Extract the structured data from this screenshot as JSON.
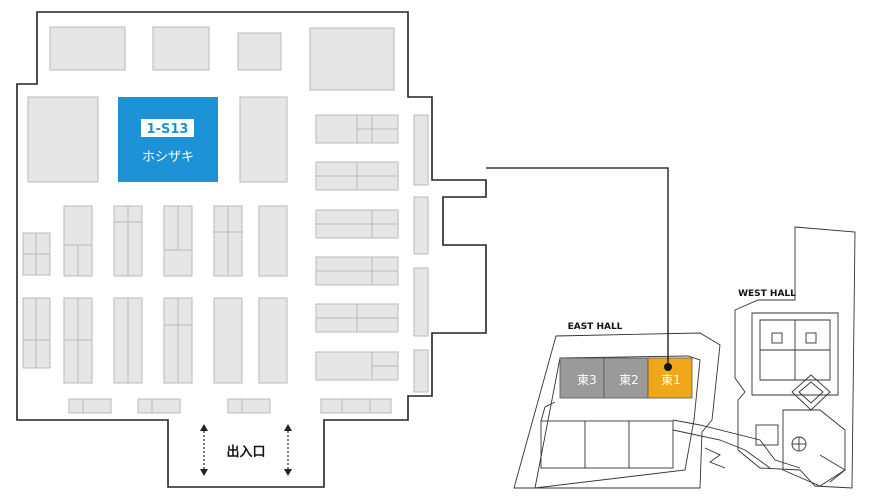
{
  "booth": {
    "code": "1-S13",
    "name": "ホシザキ",
    "color": "#1e92d6"
  },
  "entrance": {
    "label": "出入口"
  },
  "site": {
    "east_hall_label": "EAST HALL",
    "west_hall_label": "WEST HALL",
    "halls": [
      {
        "label": "東3",
        "highlighted": false
      },
      {
        "label": "東2",
        "highlighted": false
      },
      {
        "label": "東1",
        "highlighted": true
      }
    ],
    "highlight_color": "#f0a81a",
    "hall_color": "#9a9a9a"
  }
}
